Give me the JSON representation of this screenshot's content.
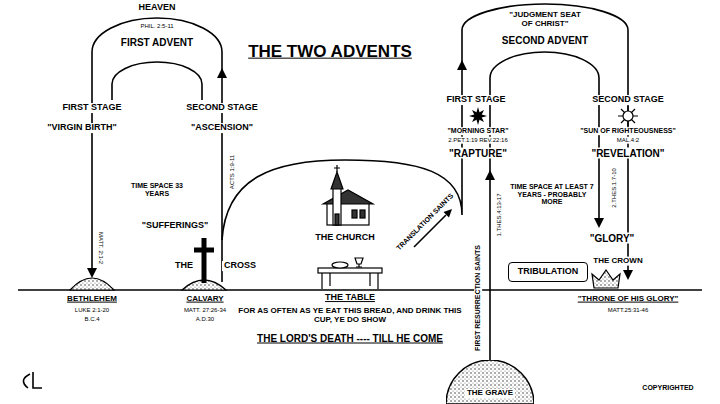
{
  "diagram": {
    "title": "THE TWO ADVENTS",
    "nodes": [
      {
        "text": [
          "TRIBULATION"
        ]
      },
      {
        "text": [
          "THE GRAVE"
        ]
      }
    ],
    "labels": [
      "HEAVEN",
      "PHIL. 2:5-11",
      "FIRST ADVENT",
      "FIRST STAGE",
      "SECOND STAGE",
      "\"VIRGIN BIRTH\"",
      "\"ASCENSION\"",
      "TIME SPACE 33 YEARS",
      "MATT. 2:1-2",
      "ACTS 1:9-11",
      "\"SUFFERINGS\"",
      "THE",
      "CROSS",
      "BETHLEHEM",
      "LUKE 2:1-20",
      "B.C.4",
      "CALVARY",
      "MATT. 27:26-34",
      "A.D.30",
      "THE CHURCH",
      "THE TABLE",
      "FOR AS OFTEN AS YE EAT THIS BREAD, AND DRINK THIS CUP, YE DO SHOW",
      "THE LORD'S DEATH ---- TILL HE COME",
      "\"JUDGMENT SEAT OF CHRIST\"",
      "SECOND ADVENT",
      "FIRST STAGE",
      "SECOND STAGE",
      "\"MORNING STAR\"",
      "2.PET.1:19 REV.22:16",
      "\"RAPTURE\"",
      "\"SUN OF RIGHTEOUSNESS\"",
      "MAL.4:2",
      "\"REVELATION\"",
      "TIME SPACE AT LEAST 7 YEARS - PROBABLY MORE",
      "TRANSLATION SAINTS",
      "FIRST RESURRECTION SAINTS",
      "1.THES.4:13-17",
      "2.THES.1:7-10",
      "\"GLORY\"",
      "THE CROWN",
      "\"THRONE OF HIS GLORY\"",
      "MATT.25:31-46",
      "COPYRIGHTED"
    ]
  }
}
